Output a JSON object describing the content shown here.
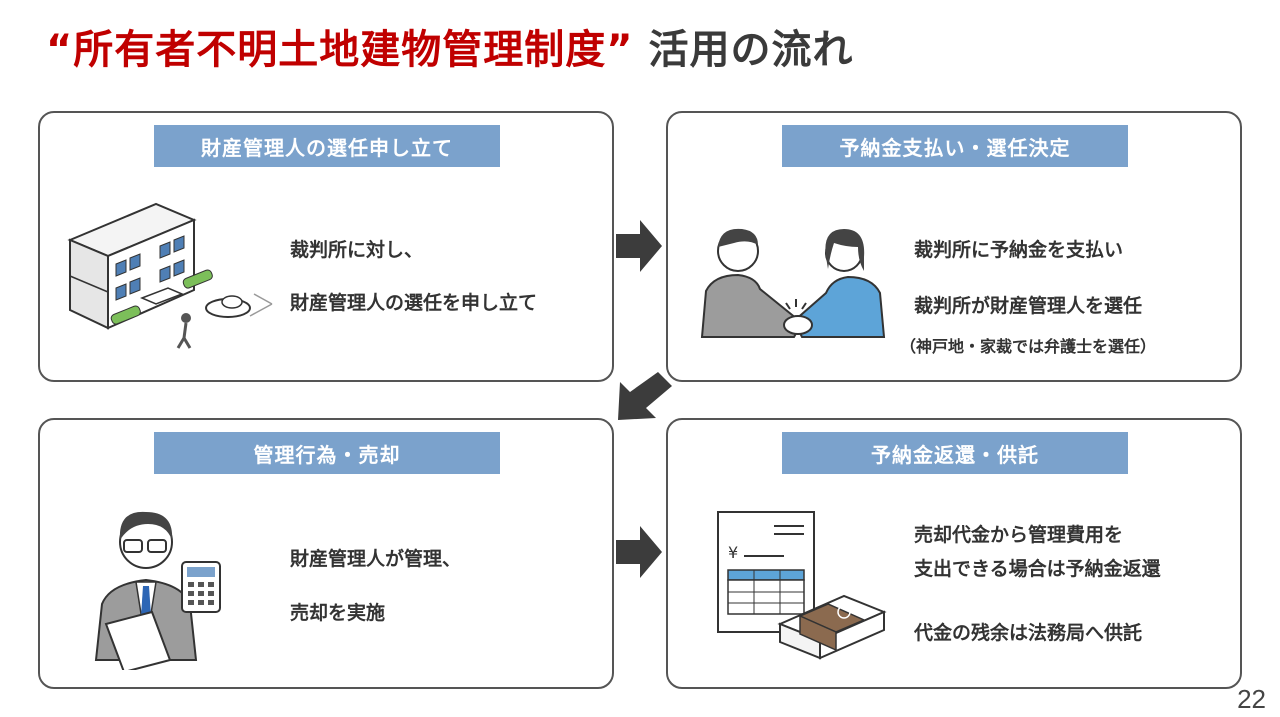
{
  "title": {
    "quoted": "“所有者不明土地建物管理制度”",
    "rest": " 活用の流れ"
  },
  "steps": [
    {
      "header": "財産管理人の選任申し立て",
      "lines": [
        "裁判所に対し、",
        "財産管理人の選任を申し立て"
      ]
    },
    {
      "header": "予納金支払い・選任決定",
      "lines": [
        "裁判所に予納金を支払い",
        "裁判所が財産管理人を選任"
      ],
      "note": "（神戸地・家裁では弁護士を選任）"
    },
    {
      "header": "管理行為・売却",
      "lines": [
        "財産管理人が管理、",
        "売却を実施"
      ]
    },
    {
      "header": "予納金返還・供託",
      "lines": [
        "売却代金から管理費用を",
        "支出できる場合は予納金返還",
        "代金の残余は法務局へ供託"
      ]
    }
  ],
  "illustrations": {
    "receipt_symbol": "¥",
    "icons": [
      "building-illustration",
      "handshake-illustration",
      "businessman-calculator-illustration",
      "receipt-money-illustration"
    ]
  },
  "colors": {
    "title_red": "#c00000",
    "header_blue": "#7ba2cc",
    "arrow": "#3c3c3c"
  },
  "page_number": "22"
}
